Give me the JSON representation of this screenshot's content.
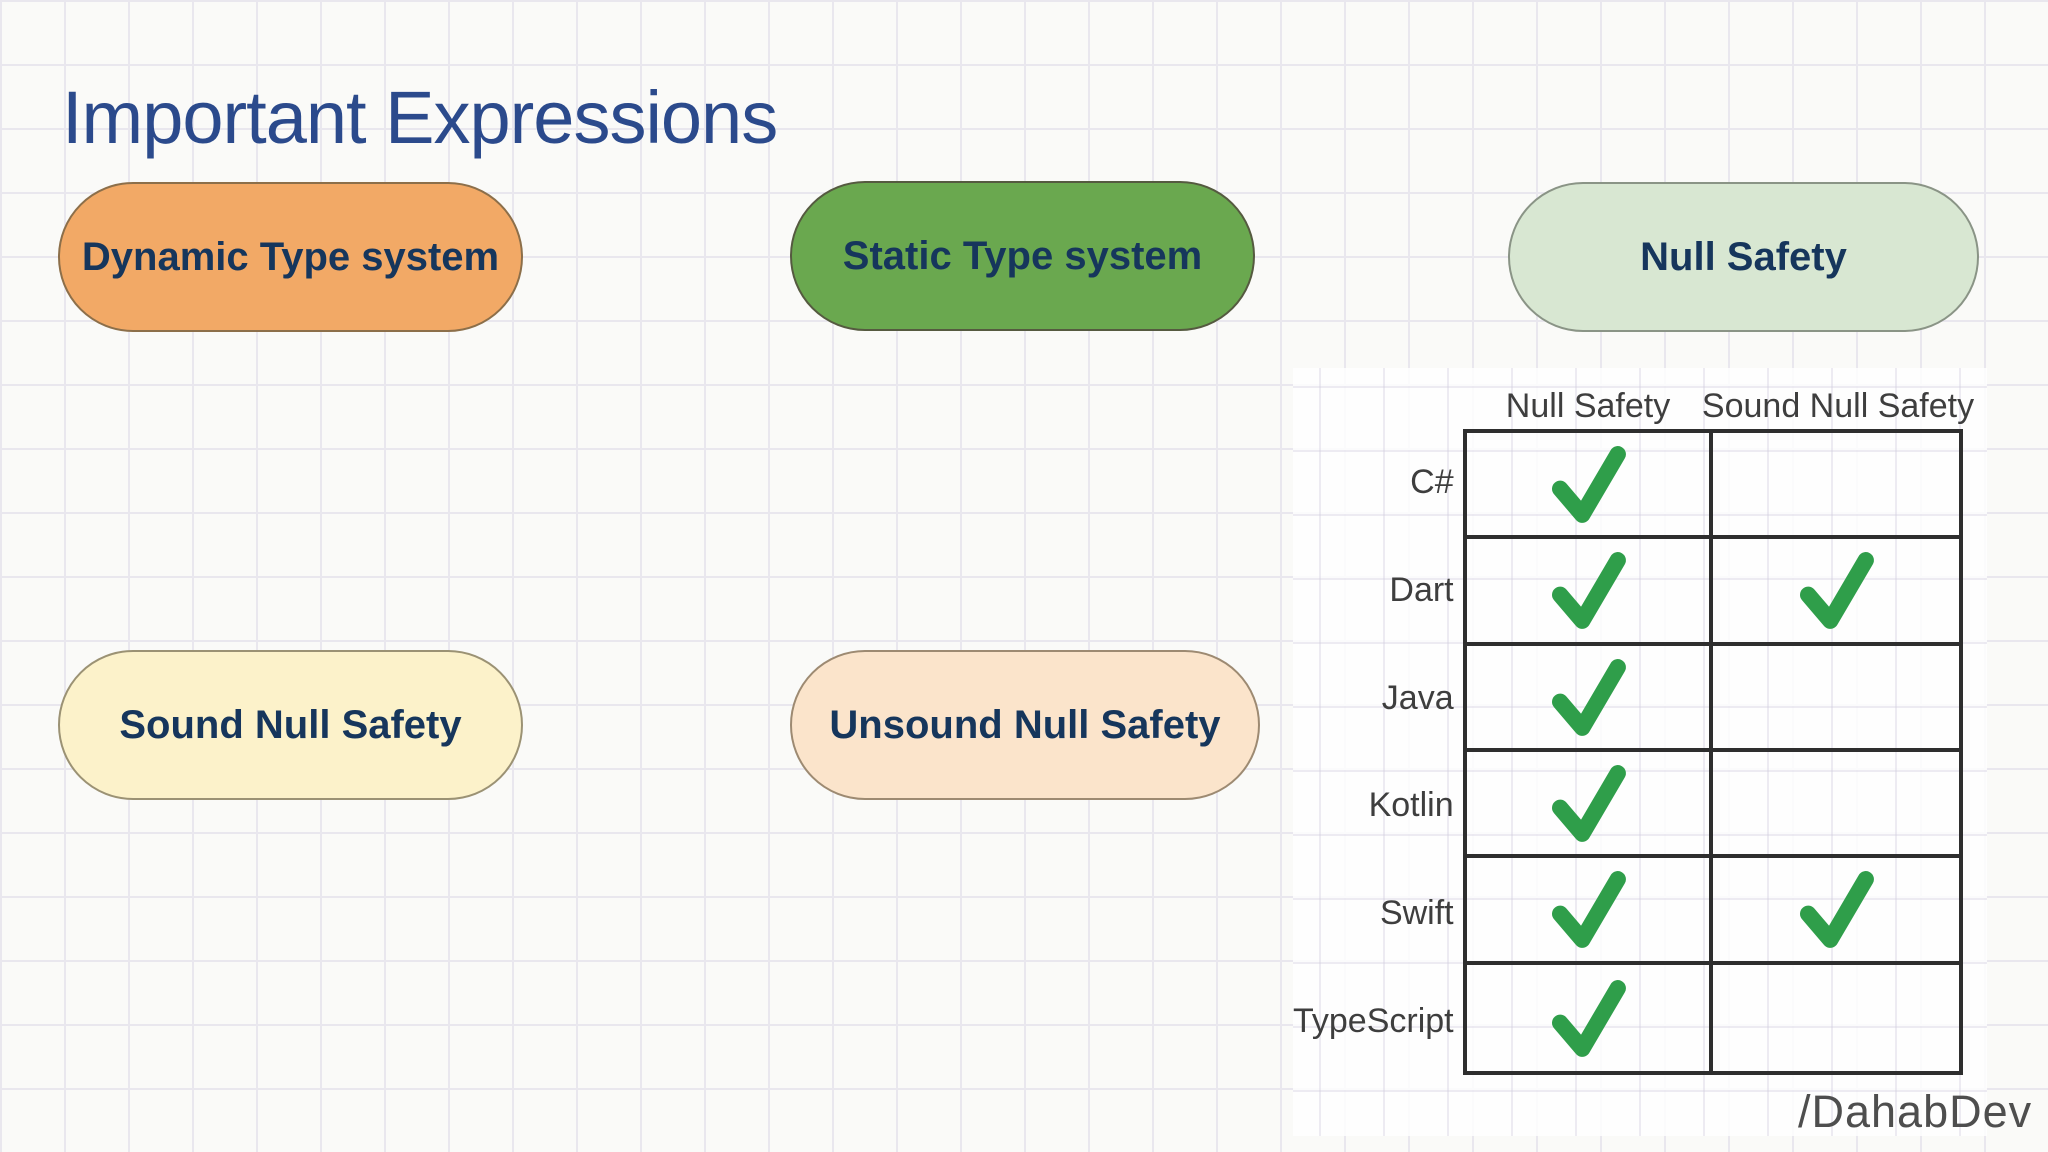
{
  "slide": {
    "title": "Important Expressions",
    "watermark": "/DahabDev"
  },
  "pills": [
    {
      "id": "dynamic-type-system",
      "label": "Dynamic Type system",
      "fill": "#f2a966",
      "border": "#8c6f4a"
    },
    {
      "id": "static-type-system",
      "label": "Static Type system",
      "fill": "#6aa84f",
      "border": "#555a40"
    },
    {
      "id": "null-safety",
      "label": "Null Safety",
      "fill": "#d8e7d2",
      "border": "#8a9486"
    },
    {
      "id": "sound-null-safety",
      "label": "Sound Null Safety",
      "fill": "#fcf2ca",
      "border": "#9b9274"
    },
    {
      "id": "unsound-null-safety",
      "label": "Unsound Null Safety",
      "fill": "#fbe4cb",
      "border": "#9d8a72"
    }
  ],
  "table": {
    "column_headers": [
      "Null Safety",
      "Sound Null Safety"
    ],
    "rows": [
      {
        "language": "C#",
        "null_safety": true,
        "sound_null_safety": false
      },
      {
        "language": "Dart",
        "null_safety": true,
        "sound_null_safety": true
      },
      {
        "language": "Java",
        "null_safety": true,
        "sound_null_safety": false
      },
      {
        "language": "Kotlin",
        "null_safety": true,
        "sound_null_safety": false
      },
      {
        "language": "Swift",
        "null_safety": true,
        "sound_null_safety": true
      },
      {
        "language": "TypeScript",
        "null_safety": true,
        "sound_null_safety": false
      }
    ]
  },
  "colors": {
    "background": "#fafaf8",
    "grid_line": "#e9e7ee",
    "title_text": "#2b4a8c",
    "pill_text": "#16365c",
    "check_green": "#2f9e4a",
    "table_border": "#2e2e2e",
    "table_text": "#3e3e3e",
    "watermark_text": "#4e4e4e"
  }
}
